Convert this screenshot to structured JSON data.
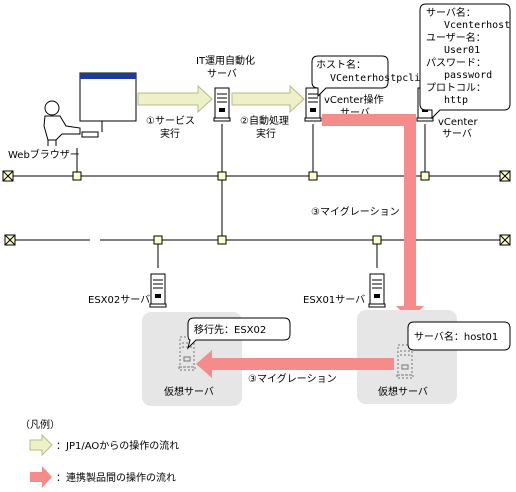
{
  "labels": {
    "browser": "Webブラウザー",
    "it_server_line1": "IT運用自動化",
    "it_server_line2": "サーバ",
    "step1_line1": "①サービス",
    "step1_line2": "実行",
    "step2_line1": "②自動処理",
    "step2_line2": "実行",
    "vcenter_op_line1": "vCenter操作",
    "vcenter_op_line2": "サーバ",
    "vcenter_line1": "vCenter",
    "vcenter_line2": "サーバ",
    "migration_top": "③マイグレーション",
    "migration_bottom": "③マイグレーション",
    "esx02": "ESX02サーバ",
    "esx01": "ESX01サーバ",
    "vm_left": "仮想サーバ",
    "vm_right": "仮想サーバ"
  },
  "bubbles": {
    "host": [
      "ホスト名：",
      "VCenterhostpcli"
    ],
    "vcenter_info": [
      "サーバ名：",
      "Vcenterhost",
      "ユーザー名：",
      "User01",
      "パスワード：",
      "password",
      "プロトコル：",
      "http"
    ],
    "dest": "移行先：ESX02",
    "server_name": "サーバ名：host01"
  },
  "legend": {
    "title": "（凡例）",
    "jp1_flow": "：JP1/AOからの操作の流れ",
    "product_flow": "：連携製品間の操作の流れ"
  },
  "colors": {
    "jp1_arrow": "#eef0c8",
    "jp1_arrow_stroke": "#b8bc88",
    "product_arrow": "#f58c8c",
    "vm_box": "#e6e6e6",
    "node": "#ffffcc"
  }
}
